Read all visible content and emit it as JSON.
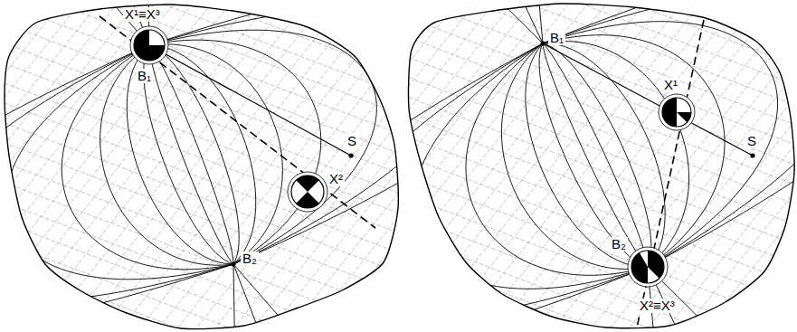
{
  "diagram": {
    "labels": [
      "X¹≡X³",
      "B₁",
      "X²",
      "S",
      "B₂",
      "B₁",
      "X¹",
      "S",
      "B₂",
      "X²≡X³"
    ]
  }
}
